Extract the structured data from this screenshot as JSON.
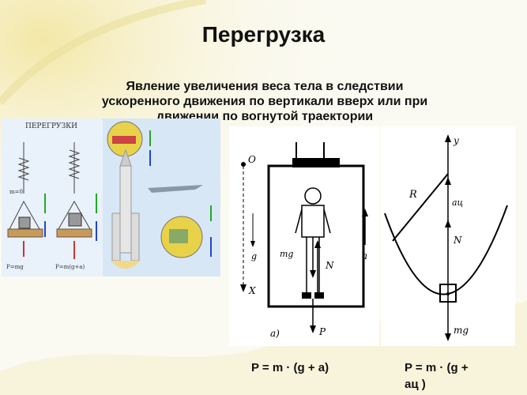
{
  "slide": {
    "title": "Перегрузка",
    "subtitle": "Явление увеличения веса тела в следствии ускоренного движения по вертикали вверх или при движении по вогнутой траектории"
  },
  "left_picture": {
    "title": "ПЕРЕГРУЗКИ"
  },
  "elevator_diagram": {
    "origin_label": "O",
    "axis_label": "X",
    "gravity_label": "g",
    "weight_force_label": "mg",
    "normal_label": "N",
    "accel_label": "a",
    "pressure_label": "P",
    "caption": "а)"
  },
  "curve_diagram": {
    "axis_label": "y",
    "radius_label": "R",
    "accel_label": "aц",
    "normal_label": "N",
    "weight_label": "mg"
  },
  "formulas": {
    "left": "P = m · (g + a)",
    "right_line1": "P = m · (g +",
    "right_line2": "aц )"
  }
}
